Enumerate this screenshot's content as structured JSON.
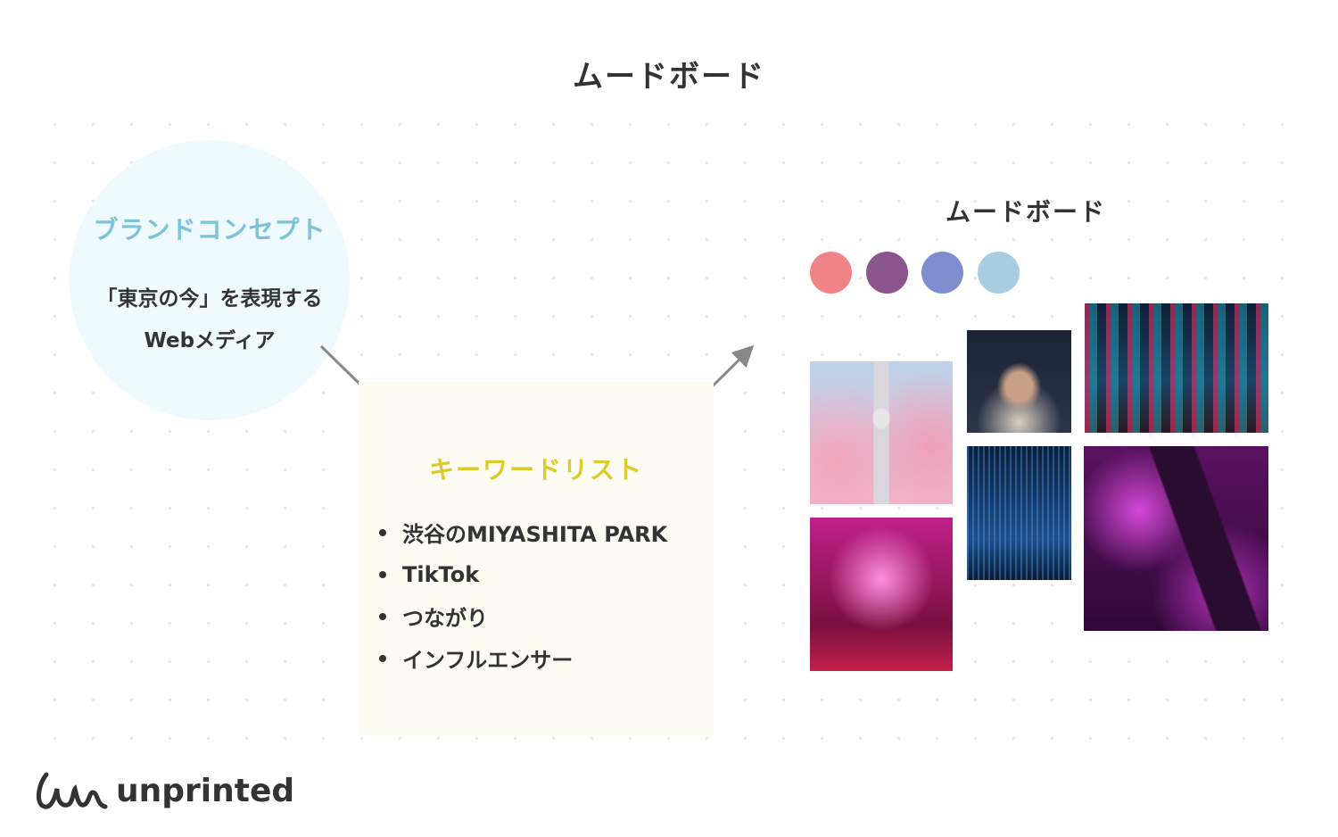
{
  "title": "ムードボード",
  "concept": {
    "title": "ブランドコンセプト",
    "line1": "「東京の今」を表現する",
    "line2": "Webメディア"
  },
  "keywords": {
    "title": "キーワードリスト",
    "items": [
      "渋谷のMIYASHITA PARK",
      "TikTok",
      "つながり",
      "インフルエンサー"
    ]
  },
  "moodboard": {
    "title": "ムードボード",
    "colors": [
      "#f08388",
      "#8a558c",
      "#7e8ecf",
      "#a7cde3"
    ]
  },
  "logo": {
    "text": "unprinted"
  }
}
